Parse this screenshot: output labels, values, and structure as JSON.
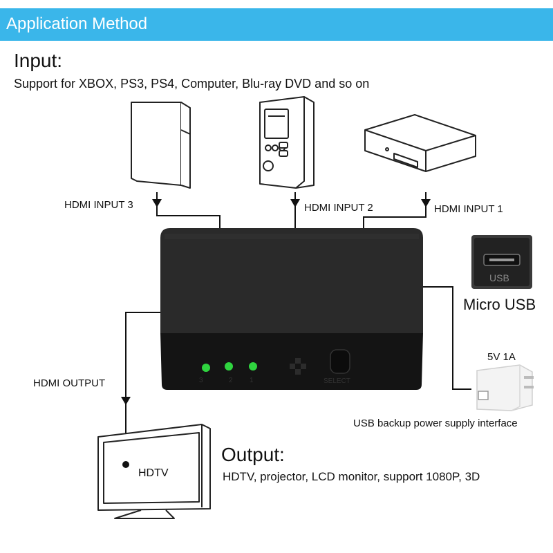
{
  "header": {
    "title": "Application Method"
  },
  "input": {
    "heading": "Input:",
    "subtitle": "Support for XBOX, PS3, PS4, Computer, Blu-ray DVD and so on"
  },
  "ports": {
    "input3": "HDMI INPUT 3",
    "input2": "HDMI INPUT 2",
    "input1": "HDMI INPUT 1",
    "output": "HDMI OUTPUT"
  },
  "switch_panel": {
    "led1": "3",
    "led2": "2",
    "led3": "1",
    "button": "SELECT"
  },
  "micro_usb": {
    "label": "Micro USB",
    "port_text": "USB"
  },
  "power": {
    "rating": "5V 1A",
    "caption": "USB backup power supply interface"
  },
  "hdtv": {
    "label": "HDTV"
  },
  "output": {
    "heading": "Output:",
    "subtitle": "HDTV, projector, LCD monitor, support 1080P, 3D"
  },
  "colors": {
    "header": "#3ab6ea",
    "led": "#2fd43f",
    "device_body": "#141414"
  }
}
